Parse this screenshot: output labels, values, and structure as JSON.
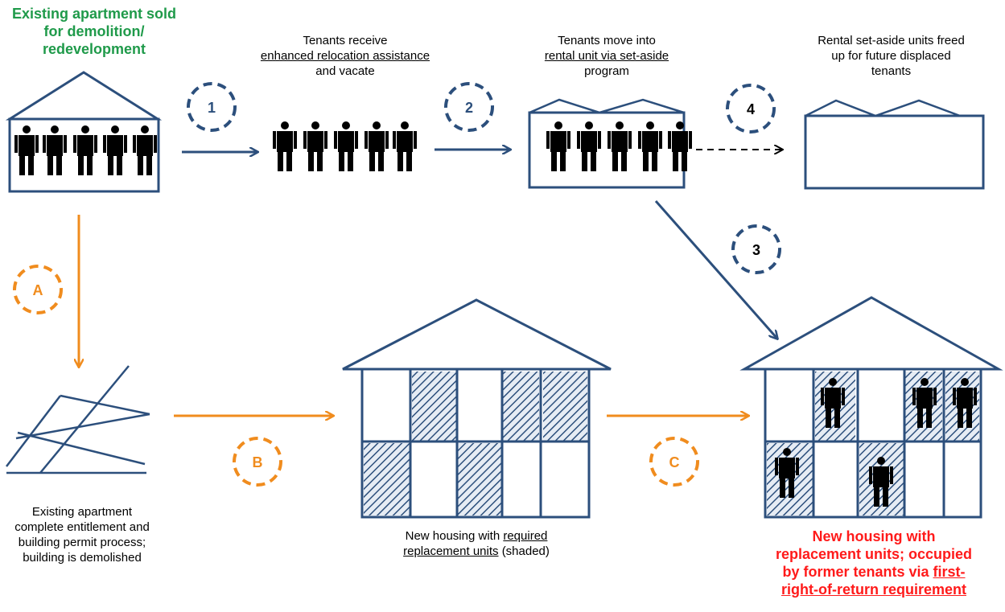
{
  "labels": {
    "existing_title": "Existing apartment sold for demolition/ redevelopment",
    "tenants_receive": [
      "Tenants receive",
      "enhanced relocation assistance",
      "and vacate"
    ],
    "tenants_move": [
      "Tenants move into",
      "rental unit via set-aside",
      "program"
    ],
    "setaside_freed": "Rental set-aside units freed up for future displaced tenants",
    "entitlement": "Existing apartment complete entitlement and building permit process; building is demolished",
    "new_housing": [
      "New housing with",
      "required replacement units",
      "(shaded)"
    ],
    "final": [
      "New housing with replacement units; occupied by former tenants via",
      "first-right-of-return requirement"
    ]
  },
  "steps": {
    "s1": "1",
    "s2": "2",
    "s3": "3",
    "s4": "4",
    "sA": "A",
    "sB": "B",
    "sC": "C"
  },
  "colors": {
    "blue": "#2c4f7c",
    "orange": "#f08c1e",
    "green_text": "#1f9a4a",
    "red_text": "#ff1a1a"
  }
}
